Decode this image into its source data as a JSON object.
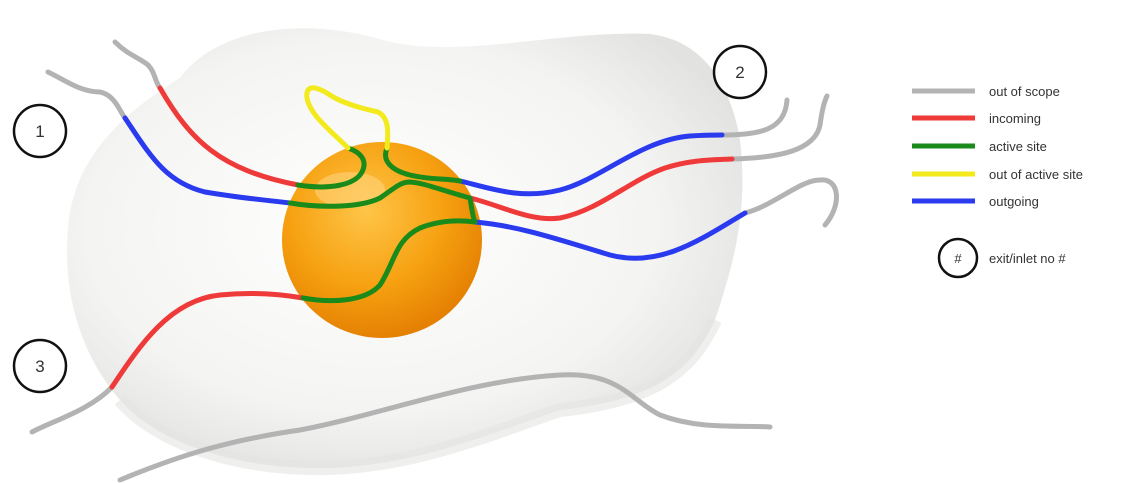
{
  "colors": {
    "out_of_scope": "#b3b3b3",
    "incoming": "#ef3a3a",
    "active_site": "#1a8a1a",
    "out_of_active_site": "#f2ea1c",
    "outgoing": "#2a3aee",
    "egg_white": "#f7f7f5",
    "yolk": "#f4a000"
  },
  "markers": {
    "m1": "1",
    "m2": "2",
    "m3": "3"
  },
  "legend": {
    "out_of_scope": "out of scope",
    "incoming": "incoming",
    "active_site": "active site",
    "out_of_active_site": "out of active site",
    "outgoing": "outgoing",
    "exit_symbol": "#",
    "exit_label": "exit/inlet no #"
  }
}
